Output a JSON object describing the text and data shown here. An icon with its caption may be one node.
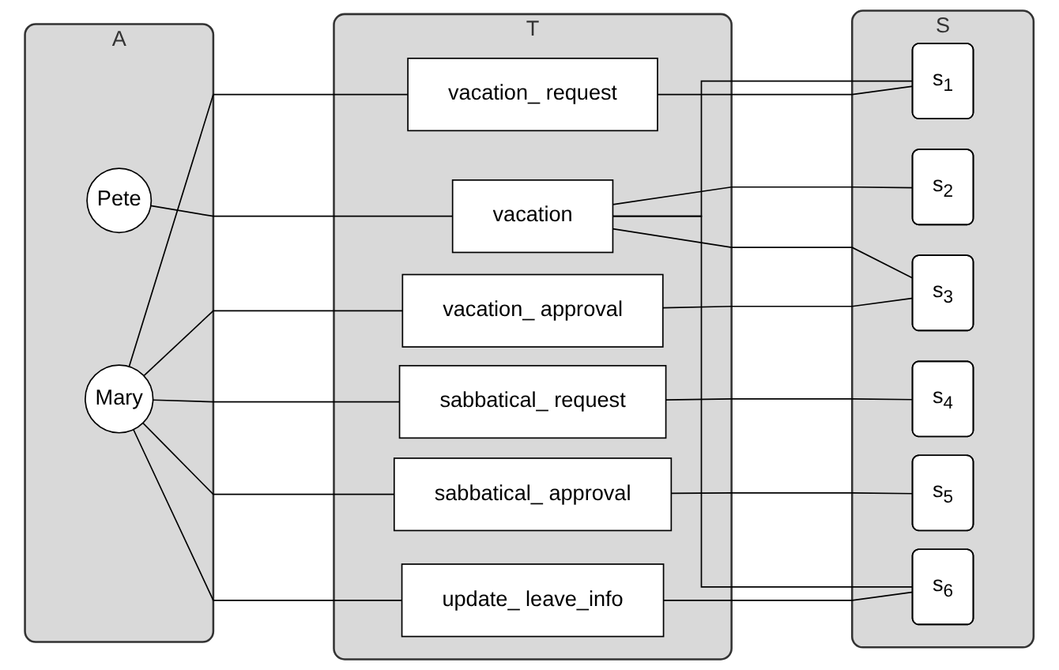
{
  "diagram": {
    "nodes": [
      {
        "text": [
          "A"
        ]
      },
      {
        "text": [
          "Pete"
        ],
        "in": 0
      },
      {
        "text": [
          "Mary"
        ],
        "in": 0
      },
      {
        "text": [
          "T"
        ]
      },
      {
        "text": [
          "vacation"
        ],
        "in": 3
      },
      {
        "text": [
          "vacation_ request"
        ],
        "in": 3
      },
      {
        "text": [
          "vacation_ approval"
        ],
        "in": 3
      },
      {
        "text": [
          "sabbatical_ request"
        ],
        "in": 3
      },
      {
        "text": [
          "sabbatical_ approval"
        ],
        "in": 3
      },
      {
        "text": [
          "update_ leave_info"
        ],
        "in": 3
      },
      {
        "text": [
          "S"
        ]
      },
      {
        "text": [
          "s$_{1}$"
        ],
        "in": 10
      },
      {
        "text": [
          "s$_{2}$"
        ],
        "in": 10
      },
      {
        "text": [
          "s$_{3}$"
        ],
        "in": 10
      },
      {
        "text": [
          "s$_{4}$"
        ],
        "in": 10
      },
      {
        "text": [
          "s$_{5}$"
        ],
        "in": 10
      },
      {
        "text": [
          "s$_{6}$"
        ],
        "in": 10
      }
    ],
    "edges": [
      {
        "from": 1,
        "to": 4,
        "arrow": "none"
      },
      {
        "from": 2,
        "to": 5,
        "arrow": "none"
      },
      {
        "from": 2,
        "to": 6,
        "arrow": "none"
      },
      {
        "from": 2,
        "to": 7,
        "arrow": "none"
      },
      {
        "from": 2,
        "to": 8,
        "arrow": "none"
      },
      {
        "from": 2,
        "to": 9,
        "arrow": "none"
      },
      {
        "from": 4,
        "to": 11,
        "arrow": "none"
      },
      {
        "from": 4,
        "to": 12,
        "arrow": "none"
      },
      {
        "from": 4,
        "to": 13,
        "arrow": "none"
      },
      {
        "from": 4,
        "to": 16,
        "arrow": "none"
      },
      {
        "from": 5,
        "to": 11,
        "arrow": "none"
      },
      {
        "from": 6,
        "to": 13,
        "arrow": "none"
      },
      {
        "from": 7,
        "to": 14,
        "arrow": "none"
      },
      {
        "from": 8,
        "to": 15,
        "arrow": "none"
      },
      {
        "from": 9,
        "to": 16,
        "arrow": "none"
      }
    ]
  }
}
